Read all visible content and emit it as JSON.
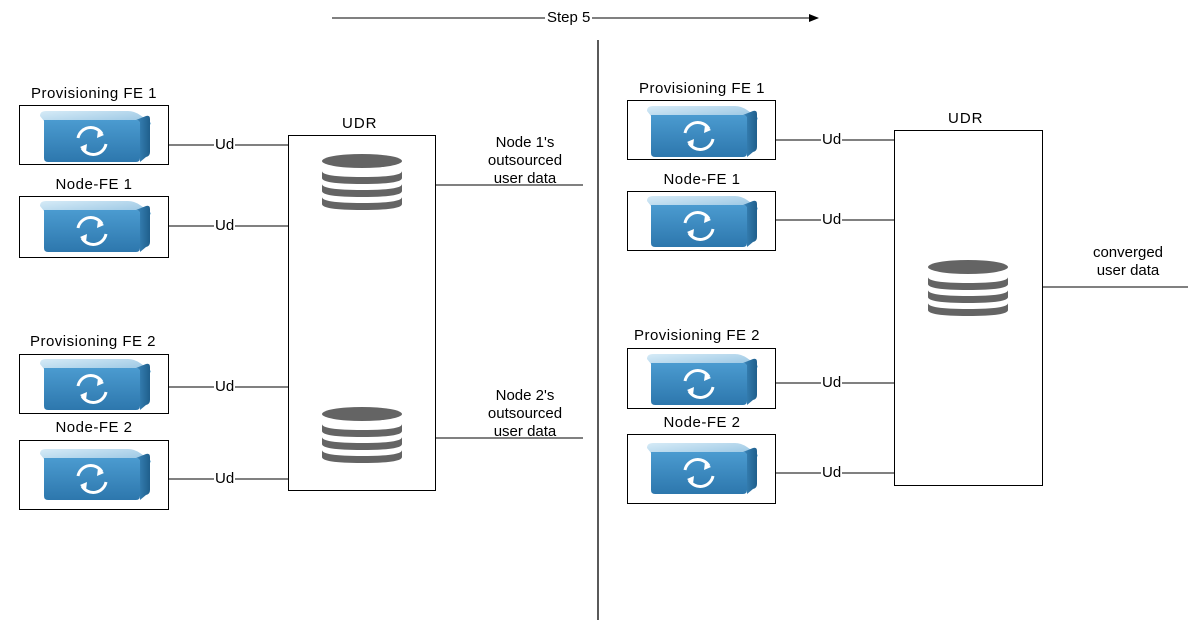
{
  "step": {
    "label": "Step 5"
  },
  "left": {
    "udr_label": "UDR",
    "fes": [
      {
        "title": "Provisioning FE 1",
        "link": "Ud"
      },
      {
        "title": "Node-FE 1",
        "link": "Ud"
      },
      {
        "title": "Provisioning FE 2",
        "link": "Ud"
      },
      {
        "title": "Node-FE 2",
        "link": "Ud"
      }
    ],
    "inputs": [
      {
        "lines": [
          "Node 1's",
          "outsourced",
          "user data"
        ]
      },
      {
        "lines": [
          "Node 2's",
          "outsourced",
          "user data"
        ]
      }
    ]
  },
  "right": {
    "udr_label": "UDR",
    "fes": [
      {
        "title": "Provisioning FE 1",
        "link": "Ud"
      },
      {
        "title": "Node-FE 1",
        "link": "Ud"
      },
      {
        "title": "Provisioning FE 2",
        "link": "Ud"
      },
      {
        "title": "Node-FE 2",
        "link": "Ud"
      }
    ],
    "input": {
      "lines": [
        "converged",
        "user data"
      ]
    }
  },
  "icons": {
    "fe": "server-sync-cube-icon",
    "db": "database-icon"
  },
  "colors": {
    "cube_top": "#a8cfe8",
    "cube_front": "#3d8cc4",
    "cube_side": "#2a6f9f",
    "db": "#646464"
  }
}
